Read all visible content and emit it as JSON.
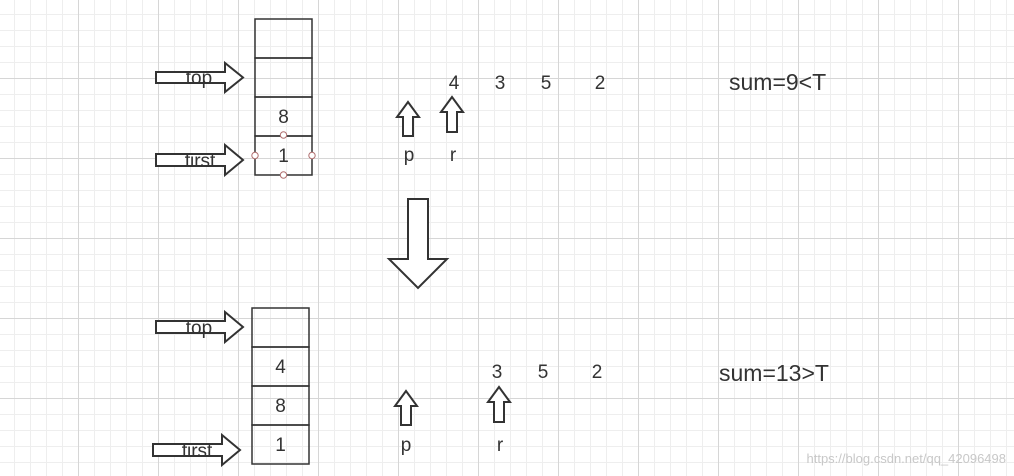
{
  "top_state": {
    "top_label": "top",
    "first_label": "first",
    "stack": [
      "",
      "",
      "8",
      "1"
    ],
    "p_label": "p",
    "r_label": "r",
    "sequence": [
      "4",
      "3",
      "5",
      "2"
    ],
    "sum_text": "sum=9<T"
  },
  "bottom_state": {
    "top_label": "top",
    "first_label": "first",
    "stack": [
      "",
      "4",
      "8",
      "1"
    ],
    "p_label": "p",
    "r_label": "r",
    "sequence": [
      "3",
      "5",
      "2"
    ],
    "sum_text": "sum=13>T"
  },
  "watermark": "https://blog.csdn.net/qq_42096498",
  "colors": {
    "stroke": "#333333",
    "handle": "#b07070"
  }
}
